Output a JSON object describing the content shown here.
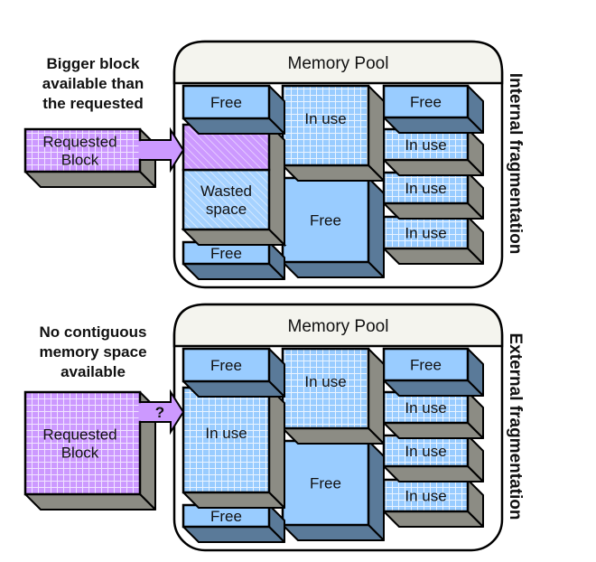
{
  "colors": {
    "free_face": "#99ccff",
    "free_depth": "#5a7a99",
    "inuse_face": "#99ccff",
    "inuse_grid": "#e8f3ff",
    "inuse_depth": "#8c8c84",
    "requested_face": "#cc99ff",
    "requested_grid": "#eeddff",
    "pool_header": "#f4f4ee",
    "outline": "#000000"
  },
  "diagrams": [
    {
      "id": "internal",
      "side_label": "Internal fragmentation",
      "caption": [
        "Bigger block",
        "available than",
        "the requested"
      ],
      "pool_title": "Memory Pool",
      "requested_label": [
        "Requested",
        "Block"
      ],
      "arrow_label": "",
      "column1": [
        {
          "type": "free",
          "label": [
            "Free"
          ]
        },
        {
          "type": "requested-fill",
          "label": []
        },
        {
          "type": "wasted",
          "label": [
            "Wasted",
            "space"
          ]
        },
        {
          "type": "free",
          "label": [
            "Free"
          ]
        }
      ],
      "column2": [
        {
          "type": "inuse",
          "label": [
            "In use"
          ]
        },
        {
          "type": "free",
          "label": [
            "Free"
          ]
        }
      ],
      "column3": [
        {
          "type": "free",
          "label": [
            "Free"
          ]
        },
        {
          "type": "inuse",
          "label": [
            "In use"
          ]
        },
        {
          "type": "inuse",
          "label": [
            "In use"
          ]
        },
        {
          "type": "inuse",
          "label": [
            "In use"
          ]
        }
      ]
    },
    {
      "id": "external",
      "side_label": "External fragmentation",
      "caption": [
        "No contiguous",
        "memory space",
        "available"
      ],
      "pool_title": "Memory Pool",
      "requested_label": [
        "Requested",
        "Block"
      ],
      "arrow_label": "?",
      "column1": [
        {
          "type": "free",
          "label": [
            "Free"
          ]
        },
        {
          "type": "inuse",
          "label": [
            "In use"
          ]
        },
        {
          "type": "free",
          "label": [
            "Free"
          ]
        }
      ],
      "column2": [
        {
          "type": "inuse",
          "label": [
            "In use"
          ]
        },
        {
          "type": "free",
          "label": [
            "Free"
          ]
        }
      ],
      "column3": [
        {
          "type": "free",
          "label": [
            "Free"
          ]
        },
        {
          "type": "inuse",
          "label": [
            "In use"
          ]
        },
        {
          "type": "inuse",
          "label": [
            "In use"
          ]
        },
        {
          "type": "inuse",
          "label": [
            "In use"
          ]
        }
      ]
    }
  ]
}
